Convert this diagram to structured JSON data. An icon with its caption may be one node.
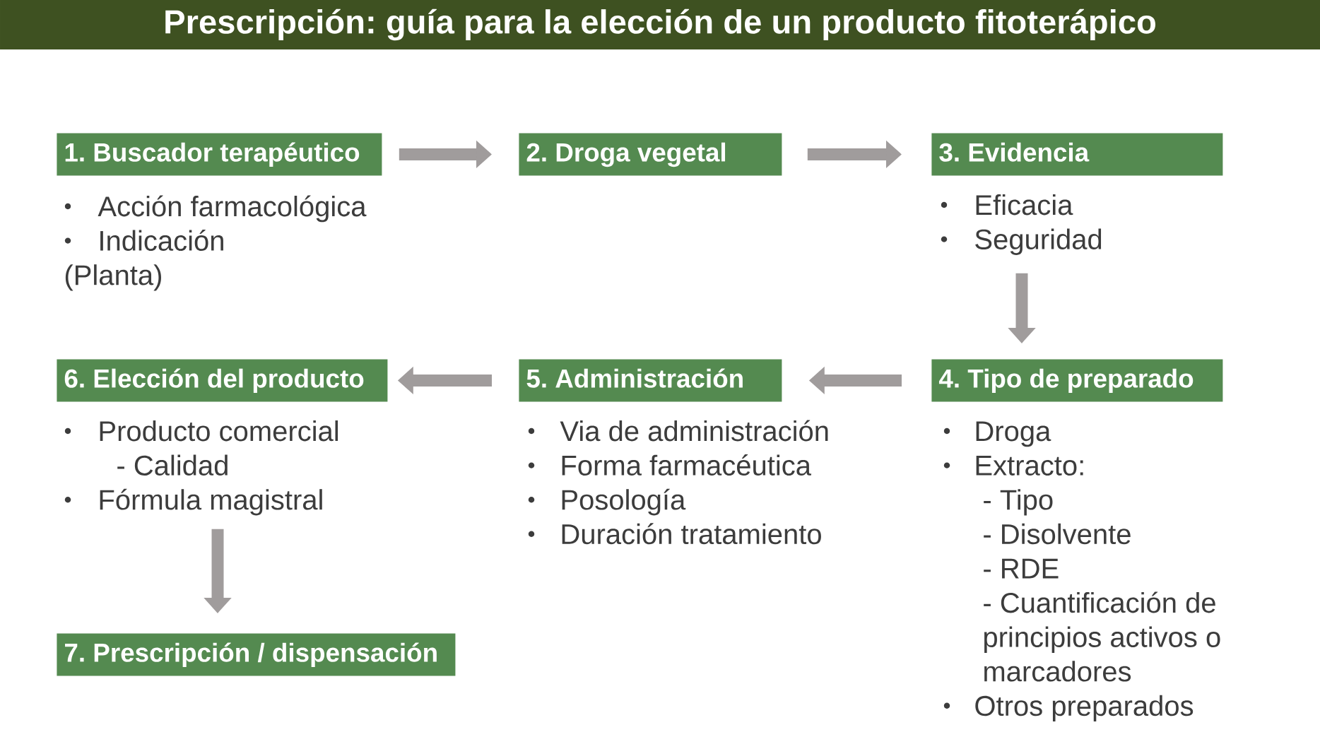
{
  "diagram": {
    "title": "Prescripción: guía para la elección de un producto fitoterápico",
    "nodes": [
      {
        "text": [
          "1. Buscador terapéutico"
        ],
        "beside": [
          "Acción farmacológica",
          "Indicación",
          "(Planta)"
        ]
      },
      {
        "text": [
          "2. Droga vegetal"
        ]
      },
      {
        "text": [
          "3. Evidencia"
        ],
        "beside": [
          "Eficacia",
          "Seguridad"
        ]
      },
      {
        "text": [
          "4. Tipo de preparado"
        ],
        "beside": [
          "Droga",
          "Extracto:",
          "- Tipo",
          "- Disolvente",
          "- RDE",
          "- Cuantificación de principios activos o marcadores",
          "Otros preparados"
        ]
      },
      {
        "text": [
          "5. Administración"
        ],
        "beside": [
          "Via de administración",
          "Forma farmacéutica",
          "Posología",
          "Duración tratamiento"
        ]
      },
      {
        "text": [
          "6. Elección del producto"
        ],
        "beside": [
          "Producto comercial",
          "- Calidad",
          "Fórmula magistral"
        ]
      },
      {
        "text": [
          "7. Prescripción / dispensación"
        ]
      }
    ],
    "edges": [
      {
        "from": 0,
        "to": 1,
        "arrow": "to"
      },
      {
        "from": 1,
        "to": 2,
        "arrow": "to"
      },
      {
        "from": 2,
        "to": 3,
        "arrow": "to"
      },
      {
        "from": 3,
        "to": 4,
        "arrow": "to"
      },
      {
        "from": 4,
        "to": 5,
        "arrow": "to"
      },
      {
        "from": 5,
        "to": 6,
        "arrow": "to"
      }
    ]
  }
}
